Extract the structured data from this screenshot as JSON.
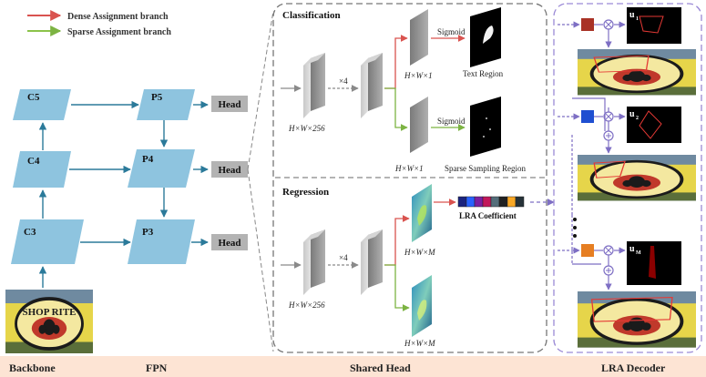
{
  "legend": {
    "dense": "Dense Assignment branch",
    "sparse": "Sparse Assignment branch"
  },
  "fpn": {
    "c5": "C5",
    "c4": "C4",
    "c3": "C3",
    "p5": "P5",
    "p4": "P4",
    "p3": "P3",
    "head": "Head"
  },
  "shared_head": {
    "classification_title": "Classification",
    "regression_title": "Regression",
    "x4": "×4",
    "feat_256": "H×W×256",
    "feat_1": "H×W×1",
    "feat_m": "H×W×M",
    "sigmoid": "Sigmoid",
    "text_region": "Text Region",
    "sparse_region": "Sparse Sampling Region",
    "lra_coefficient": "LRA Coefficient"
  },
  "lra_decoder": {
    "u1": "u",
    "u1_sub": "1",
    "u2": "u",
    "u2_sub": "2",
    "um": "u",
    "um_sub": "M",
    "coef_colors": [
      "#a93226",
      "#1f4fd1",
      "#e67e22"
    ],
    "photo_text": "SHOP RITE"
  },
  "footer": {
    "backbone": "Backbone",
    "fpn": "FPN",
    "shared_head": "Shared Head",
    "lra_decoder": "LRA Decoder"
  },
  "colors": {
    "dense": "#d9534f",
    "sparse": "#8bc34a",
    "fpn_box": "#8ec4df",
    "head_box": "#b3b3b3",
    "footer_bg": "#fde4d4",
    "dashed_purple": "#9b8ad6"
  },
  "lra_bar_colors": [
    "#1a237e",
    "#2962ff",
    "#7b1fa2",
    "#c2185b",
    "#546e7a",
    "#212121",
    "#f9a825",
    "#263238"
  ]
}
